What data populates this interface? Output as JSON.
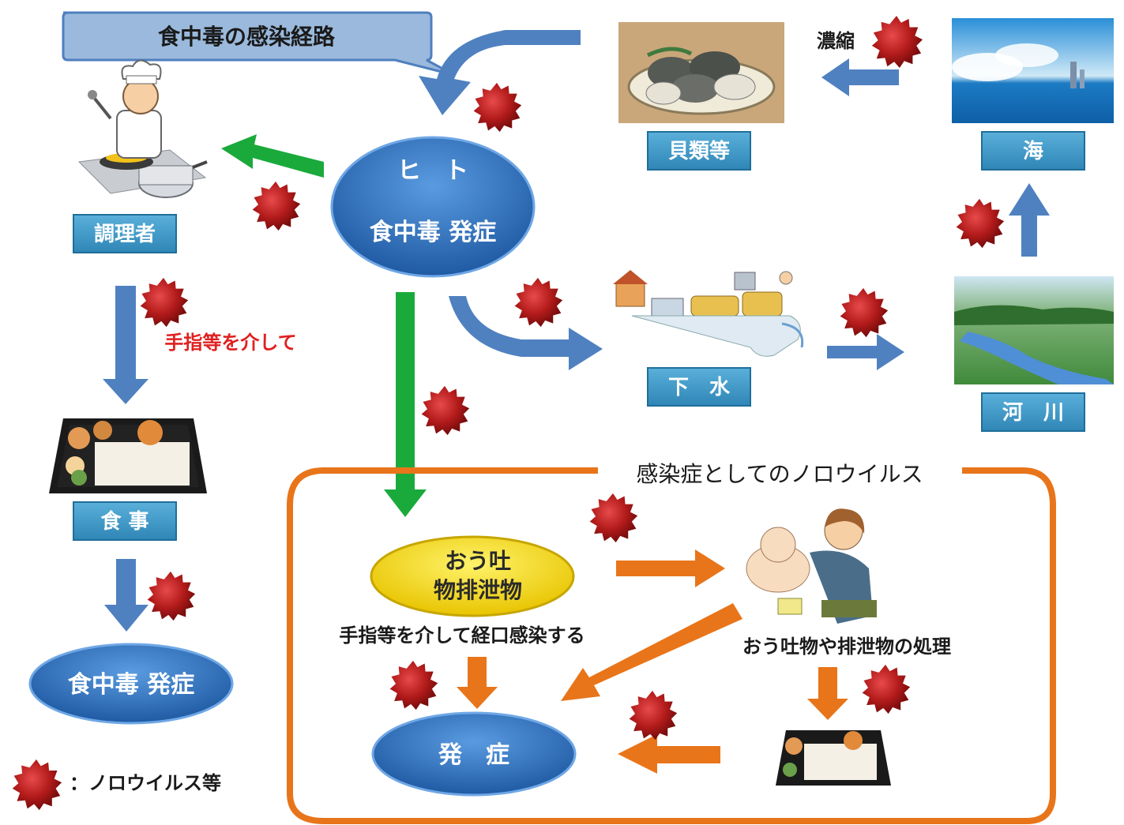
{
  "title": "食中毒の感染経路",
  "nodes": {
    "human_line1": "ヒ　ト",
    "human_line2": "食中毒 発症",
    "cook": "調理者",
    "meal": "食 事",
    "onset_food": "食中毒 発症",
    "shellfish": "貝類等",
    "sea": "海",
    "sewage": "下　水",
    "river": "河　川",
    "vomit_line1": "おう吐",
    "vomit_line2": "物排泄物",
    "onset": "発　症"
  },
  "labels": {
    "concentrate": "濃縮",
    "via_fingers": "手指等を介して",
    "oral_infection": "手指等を介して経口感染する",
    "handling": "おう吐物や排泄物の処理",
    "box_title": "感染症としてのノロウイルス",
    "legend": "：ノロウイルス等"
  },
  "colors": {
    "blue_arrow": "#4f81c0",
    "green_arrow": "#1aaa3c",
    "orange": "#e8751a",
    "label_box": "#3e96c4",
    "ellipse": "#2f6fb5",
    "virus": "#b31b1b",
    "red_text": "#e02020"
  },
  "icons": [
    "chef-illustration",
    "shellfish-photo",
    "sea-photo",
    "river-photo",
    "sewage-plant-illustration",
    "bento-box-illustration",
    "caregiver-baby-illustration",
    "norovirus-icon"
  ]
}
